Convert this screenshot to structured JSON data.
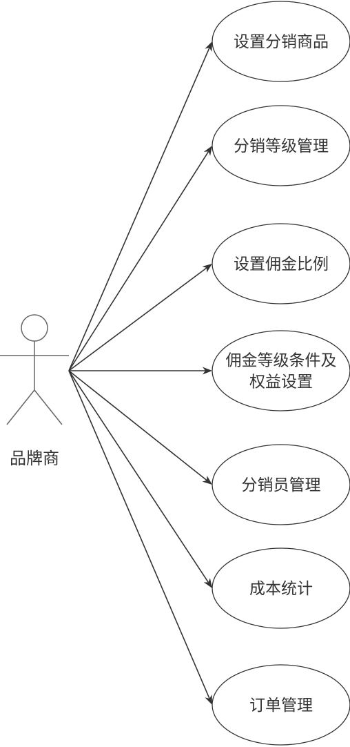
{
  "diagram": {
    "type": "use-case",
    "actor": {
      "label": "品牌商"
    },
    "use_cases": [
      {
        "label_lines": [
          "设置分销商品"
        ]
      },
      {
        "label_lines": [
          "分销等级管理"
        ]
      },
      {
        "label_lines": [
          "设置佣金比例"
        ]
      },
      {
        "label_lines": [
          "佣金等级条件及",
          "权益设置"
        ]
      },
      {
        "label_lines": [
          "分销员管理"
        ]
      },
      {
        "label_lines": [
          "成本统计"
        ]
      },
      {
        "label_lines": [
          "订单管理"
        ]
      }
    ],
    "colors": {
      "stroke": "#333333",
      "actor_stroke": "#666666",
      "text": "#333333",
      "background": "#ffffff"
    }
  }
}
